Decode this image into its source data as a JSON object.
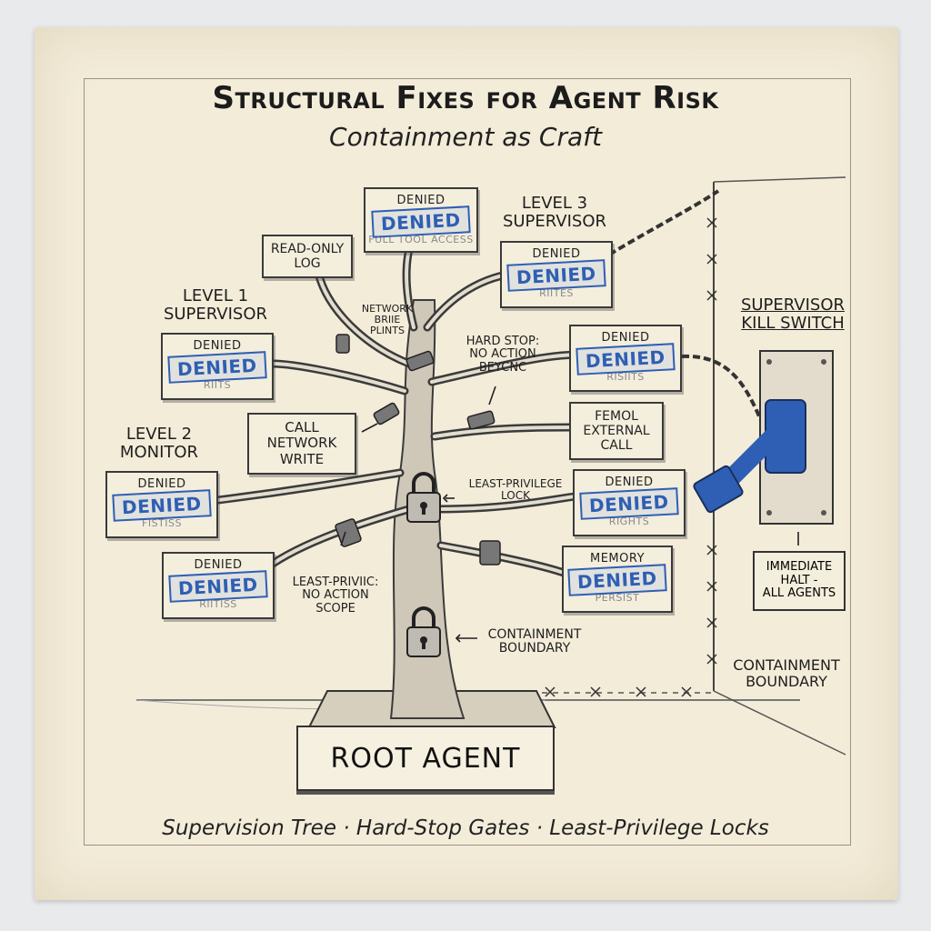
{
  "title": "Structural Fixes for Agent Risk",
  "subtitle": "Containment as Craft",
  "footer": "Supervision Tree · Hard-Stop Gates · Least-Privilege Locks",
  "root": "ROOT AGENT",
  "colors": {
    "paper": "#f3ecd9",
    "stamp": "#2f5fb4",
    "switch": "#2f5fb4"
  },
  "labels": {
    "level1": "LEVEL 1\nSUPERVISOR",
    "level2": "LEVEL 2\nMONITOR",
    "level3": "LEVEL 3\nSUPERVISOR",
    "kill_switch": "SUPERVISOR\nKILL SWITCH",
    "halt": "IMMEDIATE\nHALT -\nALL AGENTS",
    "containment_right": "CONTAINMENT\nBOUNDARY",
    "containment_trunk": "CONTAINMENT\nBOUNDARY",
    "lp_lock": "LEAST-PRIVILEGE\nLOCK",
    "lp_scope": "LEAST-PRIVIIC:\nNO ACTION\nSCOPE",
    "hard_stop": "HARD STOP:\nNO ACTION\nBEYCNC",
    "network": "NETWORK\nBRIIE\nPLINTS"
  },
  "cards": {
    "top": {
      "top": "DENIED",
      "stamp": "DENIED",
      "faint": "FULL TOOL ACCESS"
    },
    "l3": {
      "top": "DENIED",
      "stamp": "DENIED",
      "faint": "RIITES"
    },
    "l1": {
      "top": "DENIED",
      "stamp": "DENIED",
      "faint": "RIITS"
    },
    "right1": {
      "top": "DENIED",
      "stamp": "DENIED",
      "faint": "RISIITS"
    },
    "l2": {
      "top": "DENIED",
      "stamp": "DENIED",
      "faint": "FISTISS"
    },
    "right3": {
      "top": "DENIED",
      "stamp": "DENIED",
      "faint": "RIGHTS"
    },
    "lowleft": {
      "top": "DENIED",
      "stamp": "DENIED",
      "faint": "RIITISS"
    },
    "memory": {
      "top": "MEMORY",
      "stamp": "DENIED",
      "faint": "PERSIST"
    }
  },
  "plain_cards": {
    "readonly": "READ-ONLY\nLOG",
    "call": "CALL\nNETWORK\nWRITE",
    "external": "FEMOL\nEXTERNAL\nCALL"
  }
}
